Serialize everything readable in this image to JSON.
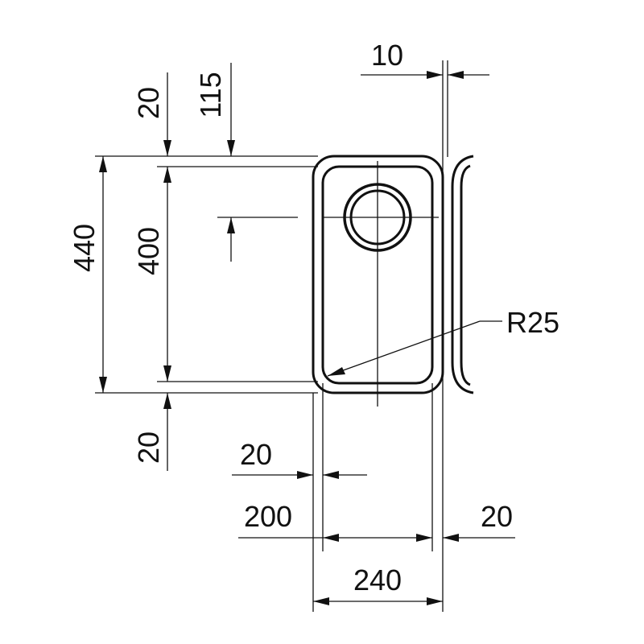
{
  "drawing": {
    "line_color": "#111111",
    "background_color": "#ffffff",
    "dimensions": {
      "outer_height": "440",
      "inner_height": "400",
      "top_offset": "20",
      "drain_offset": "115",
      "bottom_offset": "20",
      "inner_width": "200",
      "outer_width": "240",
      "wall_left": "20",
      "wall_right": "20",
      "gap_top": "10",
      "corner_radius": "R25"
    }
  }
}
